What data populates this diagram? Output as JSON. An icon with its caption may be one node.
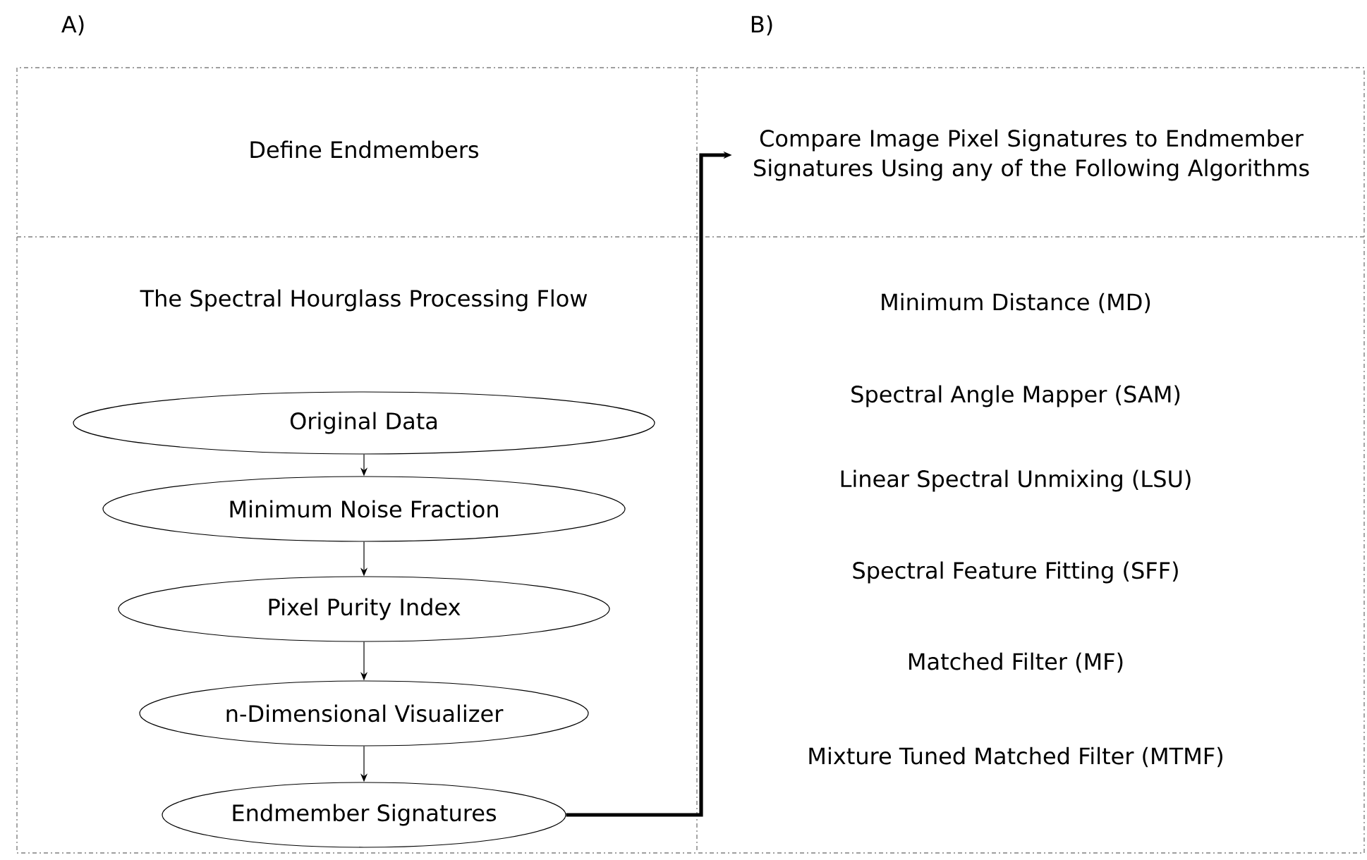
{
  "diagram": {
    "nodes": [
      {
        "text": [
          "Compare Image Pixel Signatures to Endmember Signatures Using any of the Following Algorithms"
        ]
      },
      {
        "text": [
          "Original Data"
        ]
      },
      {
        "text": [
          "Minimum Noise Fraction"
        ]
      },
      {
        "text": [
          "Pixel Purity Index"
        ]
      },
      {
        "text": [
          "n-Dimensional Visualizer"
        ]
      },
      {
        "text": [
          "Endmember Signatures"
        ]
      }
    ],
    "edges": [
      {
        "from": 1,
        "to": 2,
        "arrow": "to"
      },
      {
        "from": 2,
        "to": 3,
        "arrow": "to"
      },
      {
        "from": 3,
        "to": 4,
        "arrow": "to"
      },
      {
        "from": 4,
        "to": 5,
        "arrow": "to"
      },
      {
        "from": 5,
        "to": 0,
        "arrow": "to",
        "style": "thick"
      }
    ],
    "labels": [
      "A)",
      "B)",
      "Define Endmembers",
      "The Spectral Hourglass Processing Flow",
      "Minimum Distance (MD)",
      "Spectral Angle Mapper (SAM)",
      "Linear Spectral Unmixing (LSU)",
      "Spectral Feature Fitting (SFF)",
      "Matched Filter (MF)",
      "Mixture Tuned Matched Filter (MTMF)"
    ]
  }
}
